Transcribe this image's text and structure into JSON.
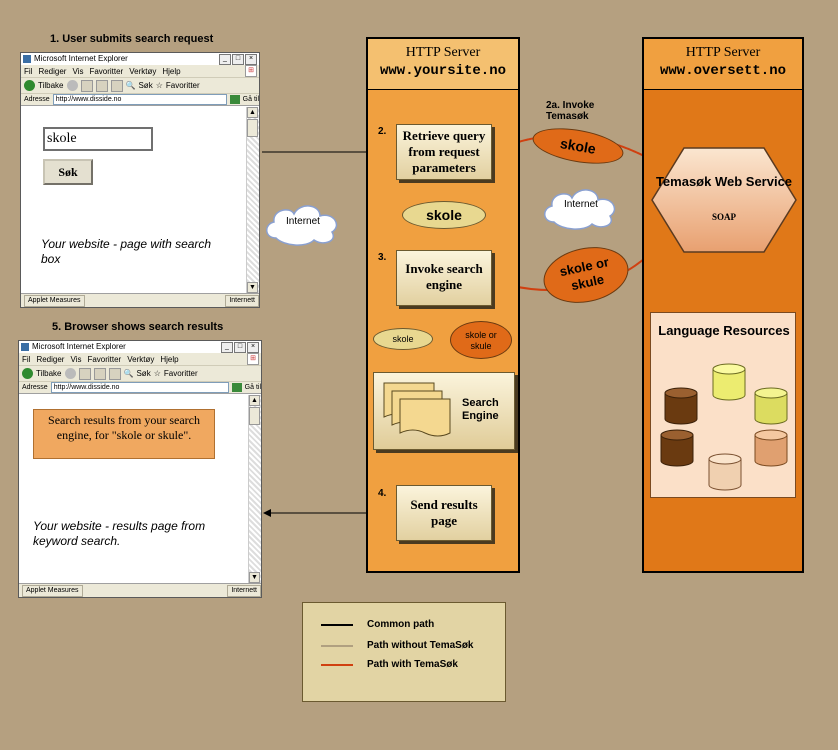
{
  "browser1": {
    "caption": "1. User submits search request",
    "window_title": "Microsoft Internet Explorer",
    "menu": [
      "Fil",
      "Rediger",
      "Vis",
      "Favoritter",
      "Verktøy",
      "Hjelp"
    ],
    "toolbar": {
      "back": "Tilbake",
      "search": "Søk",
      "favorites": "Favoritter"
    },
    "address_label": "Adresse",
    "address_value": "http://www.disside.no",
    "go_label": "Gå til",
    "search_value": "skole",
    "search_button": "Søk",
    "description": "Your website - page with search box",
    "status_left": "Applet Measures",
    "status_right": "Internett"
  },
  "browser2": {
    "caption": "5. Browser shows search results",
    "window_title": "Microsoft Internet Explorer",
    "menu": [
      "Fil",
      "Rediger",
      "Vis",
      "Favoritter",
      "Verktøy",
      "Hjelp"
    ],
    "toolbar": {
      "back": "Tilbake",
      "search": "Søk",
      "favorites": "Favoritter"
    },
    "address_label": "Adresse",
    "address_value": "http://www.disside.no",
    "go_label": "Gå til",
    "results_text": "Search results from your search engine, for \"skole or skule\".",
    "description": "Your website - results page from keyword search.",
    "status_left": "Applet Measures",
    "status_right": "Internett"
  },
  "server1": {
    "title": "HTTP Server",
    "host": "www.yoursite.no"
  },
  "server2": {
    "title": "HTTP Server",
    "host": "www.oversett.no"
  },
  "steps": {
    "s2": {
      "num": "2.",
      "label": "Retrieve query from request parameters"
    },
    "s2a": {
      "label": "2a. Invoke Temasøk"
    },
    "s3": {
      "num": "3.",
      "label": "Invoke search engine"
    },
    "s4": {
      "num": "4.",
      "label": "Send results page"
    }
  },
  "search_engine": {
    "label": "Search Engine"
  },
  "ellipses": {
    "skole_orange": "skole",
    "skole_yellow": "skole",
    "skole_or_skule_right": "skole or skule",
    "skole_small": "skole",
    "skole_or_skule_small": "skole or skule"
  },
  "clouds": {
    "left": "Internet",
    "right": "Internet"
  },
  "temasok": {
    "name": "Temasøk Web Service",
    "protocol": "SOAP"
  },
  "language_resources": {
    "label": "Language Resources"
  },
  "legend": {
    "items": [
      {
        "label": "Common path",
        "color": "#000000"
      },
      {
        "label": "Path without TemaSøk",
        "color": "#b0a080"
      },
      {
        "label": "Path with TemaSøk",
        "color": "#d04010"
      }
    ]
  },
  "colors": {
    "background": "#b5a080",
    "server1_fill": "#f0a040",
    "server2_fill": "#e07818",
    "accent_orange": "#e06a18",
    "path_with_temasok": "#d04010"
  }
}
